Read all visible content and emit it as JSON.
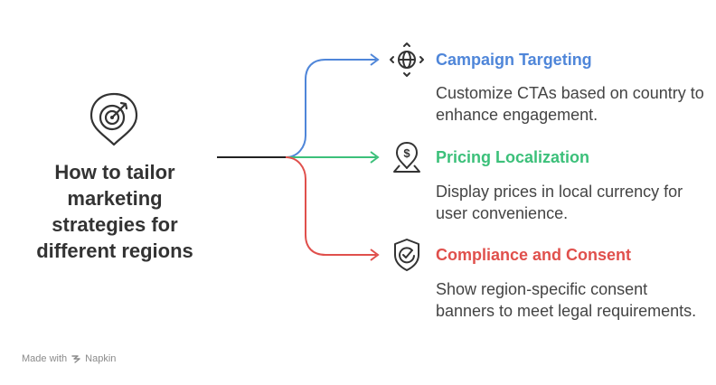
{
  "main": {
    "title": "How to tailor marketing strategies for different regions",
    "icon": "target-pin-icon"
  },
  "branches": [
    {
      "title": "Campaign Targeting",
      "description": "Customize CTAs based on country to enhance engagement.",
      "color": "#4f86d9",
      "icon": "globe-icon"
    },
    {
      "title": "Pricing Localization",
      "description": "Display prices in local currency for user convenience.",
      "color": "#3cc07a",
      "icon": "price-location-icon"
    },
    {
      "title": "Compliance and Consent",
      "description": "Show region-specific consent banners to meet legal requirements.",
      "color": "#e0504c",
      "icon": "shield-check-icon"
    }
  ],
  "footer": {
    "made_with": "Made with",
    "brand": "Napkin"
  }
}
